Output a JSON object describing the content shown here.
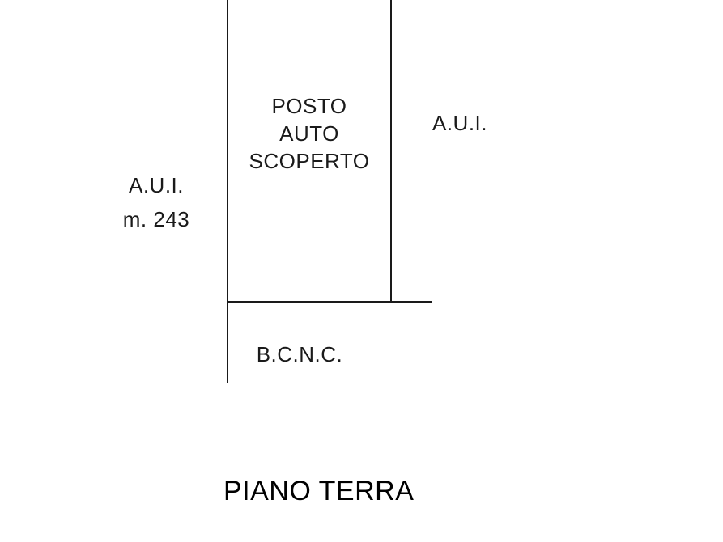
{
  "plan": {
    "title": "PIANO TERRA",
    "parking": {
      "line1": "POSTO",
      "line2": "AUTO",
      "line3": "SCOPERTO"
    },
    "left_area": {
      "line1": "A.U.I.",
      "line2": "m. 243"
    },
    "right_area": {
      "label": "A.U.I."
    },
    "common_area": {
      "label": "B.C.N.C."
    }
  },
  "colors": {
    "ink": "#1a1a1a",
    "background": "#ffffff"
  }
}
